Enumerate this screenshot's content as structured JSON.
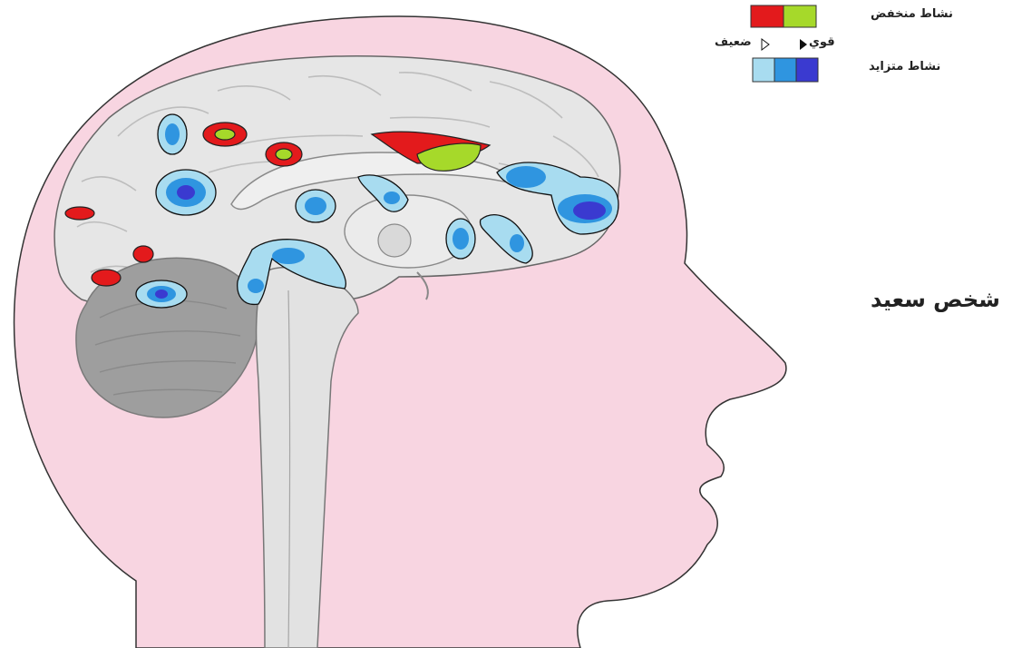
{
  "legend": {
    "decreased_label": "نشاط منخفض",
    "increased_label": "نشاط متزايد",
    "strong_label": "قوي",
    "weak_label": "ضعيف",
    "decreased_colors": [
      "#e31a1c",
      "#a6d92a"
    ],
    "increased_colors": [
      "#a8dcf0",
      "#2f95e0",
      "#3a3ad0"
    ]
  },
  "subject_label": "شخص سعيد",
  "colors": {
    "skin": "#f8d5e1",
    "brain": "#e6e6e6",
    "cerebellum": "#9e9e9e",
    "low_activity": "#e31a1c",
    "low_activity_strong": "#a6d92a",
    "high_light": "#a8dcf0",
    "high_mid": "#2f95e0",
    "high_dark": "#3a3ad0"
  }
}
